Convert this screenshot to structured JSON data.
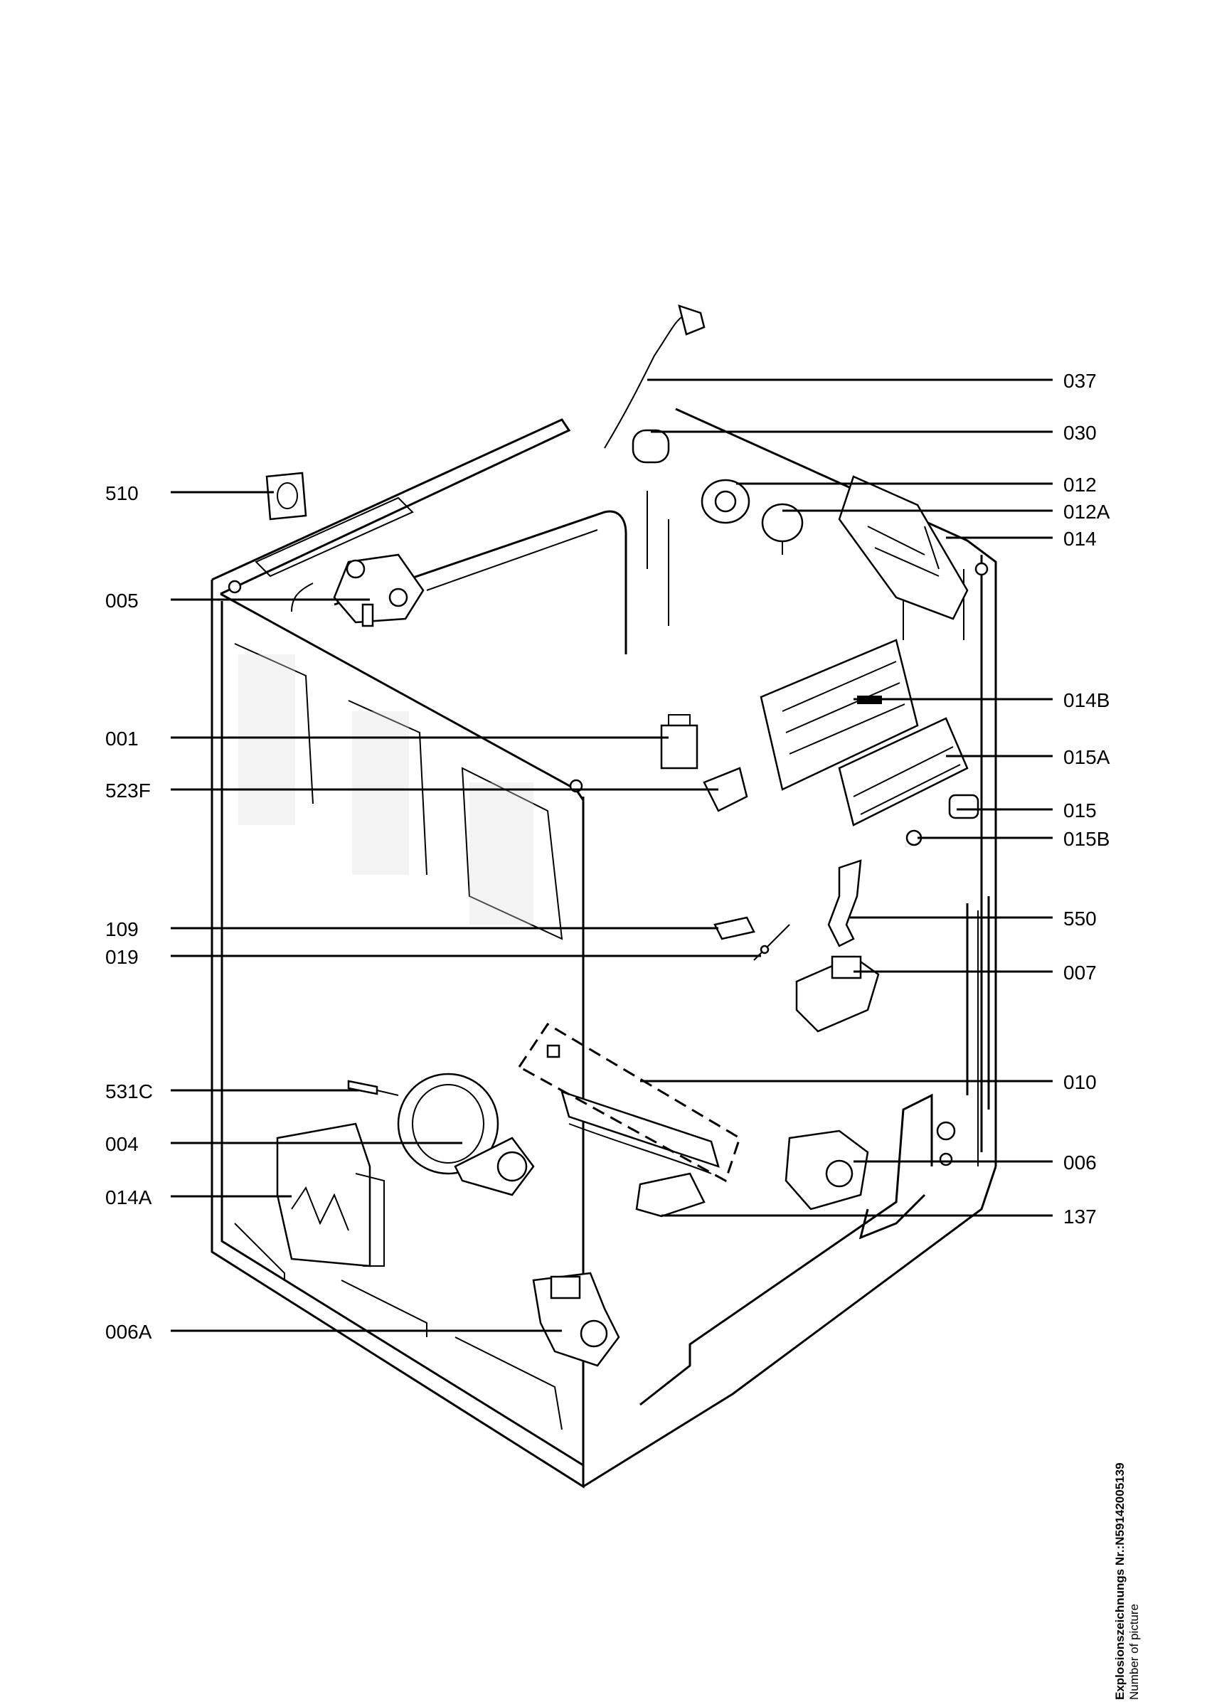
{
  "labels": {
    "p037": "037",
    "p030": "030",
    "p012": "012",
    "p012A": "012A",
    "p014": "014",
    "p510": "510",
    "p005": "005",
    "p014B": "014B",
    "p001": "001",
    "p015A": "015A",
    "p523F": "523F",
    "p015": "015",
    "p015B": "015B",
    "p109": "109",
    "p550": "550",
    "p019": "019",
    "p007": "007",
    "p531C": "531C",
    "p010": "010",
    "p004": "004",
    "p006": "006",
    "p014A": "014A",
    "p137": "137",
    "p006A": "006A"
  },
  "caption": {
    "line1": "Explosionszeichnungs Nr.:N59142005139",
    "line2": "Number of picture"
  }
}
